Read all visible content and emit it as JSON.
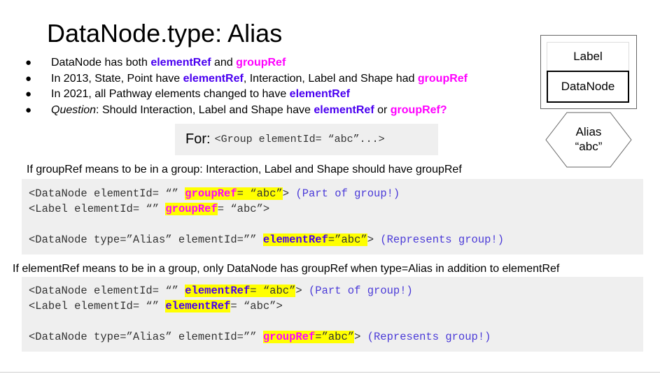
{
  "slide": {
    "title": "DataNode.type: Alias",
    "bullets": [
      {
        "parts": [
          "DataNode has both ",
          "elementRef",
          " and ",
          "groupRef",
          ""
        ]
      },
      {
        "parts": [
          "In 2013, State, Point have ",
          "elementRef",
          ", Interaction, Label and Shape had ",
          "groupRef",
          ""
        ]
      },
      {
        "parts": [
          "In 2021, all Pathway elements changed to have ",
          "elementRef",
          "",
          "",
          ""
        ]
      },
      {
        "parts": [
          "Question",
          ": Should Interaction, Label and Shape have ",
          "elementRef",
          " or ",
          "groupRef?"
        ]
      }
    ]
  },
  "diagram": {
    "label_box": "Label",
    "datanode_box": "DataNode",
    "alias_line1": "Alias",
    "alias_line2": "“abc”"
  },
  "for_box": {
    "label": "For:",
    "code": "<Group elementId= “abc”...>"
  },
  "section1": {
    "heading": "If groupRef means to be in a group: Interaction, Label and Shape should have groupRef",
    "line1": {
      "pre": "<DataNode elementId= “” ",
      "kw": "groupRef",
      "eq": "= “abc”",
      "post": "> ",
      "comment": "(Part of group!)"
    },
    "line2": {
      "pre": "<Label elementId= “” ",
      "kw": "groupRef",
      "post": "= “abc”>"
    },
    "line3": {
      "pre": "<DataNode type=”Alias” elementId=”” ",
      "kw": "elementRef",
      "eq": "=”abc”",
      "post": "> ",
      "comment": "(Represents group!)"
    }
  },
  "section2": {
    "heading": "If elementRef means to be in a group, only DataNode has groupRef when type=Alias in addition to elementRef",
    "line1": {
      "pre": "<DataNode elementId= “” ",
      "kw": "elementRef",
      "eq": "= “abc”",
      "post": "> ",
      "comment": "(Part of group!)"
    },
    "line2": {
      "pre": "<Label elementId= “” ",
      "kw": "elementRef",
      "post": "= “abc”>"
    },
    "line3": {
      "pre": "<DataNode type=”Alias” elementId=”” ",
      "kw": "groupRef",
      "eq": "=”abc”",
      "post": "> ",
      "comment": "(Represents group!)"
    }
  },
  "colors": {
    "elementRef": "#4a00f0",
    "groupRef": "#ff00ff",
    "highlight": "#ffff00",
    "code_background": "#efefef"
  }
}
